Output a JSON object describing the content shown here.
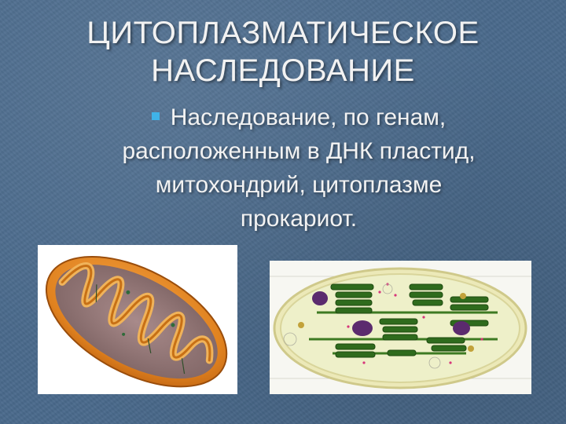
{
  "slide": {
    "title_line1": "ЦИТОПЛАЗМАТИЧЕСКОЕ",
    "title_line2": "НАСЛЕДОВАНИЕ",
    "bullet_line1": "Наследование,  по генам,",
    "bullet_line2": "расположенным в ДНК  пластид,",
    "bullet_line3": "митохондрий,  цитоплазме",
    "bullet_line4": "прокариот."
  },
  "images": {
    "left": "mitochondrion-illustration",
    "right": "chloroplast-illustration"
  },
  "colors": {
    "background": "#4a6a8c",
    "text": "#f2f2f2",
    "bullet": "#3fb3e8",
    "mitochondrion_outer": "#e0821f",
    "chloroplast_thylakoid": "#2f6b1d"
  }
}
